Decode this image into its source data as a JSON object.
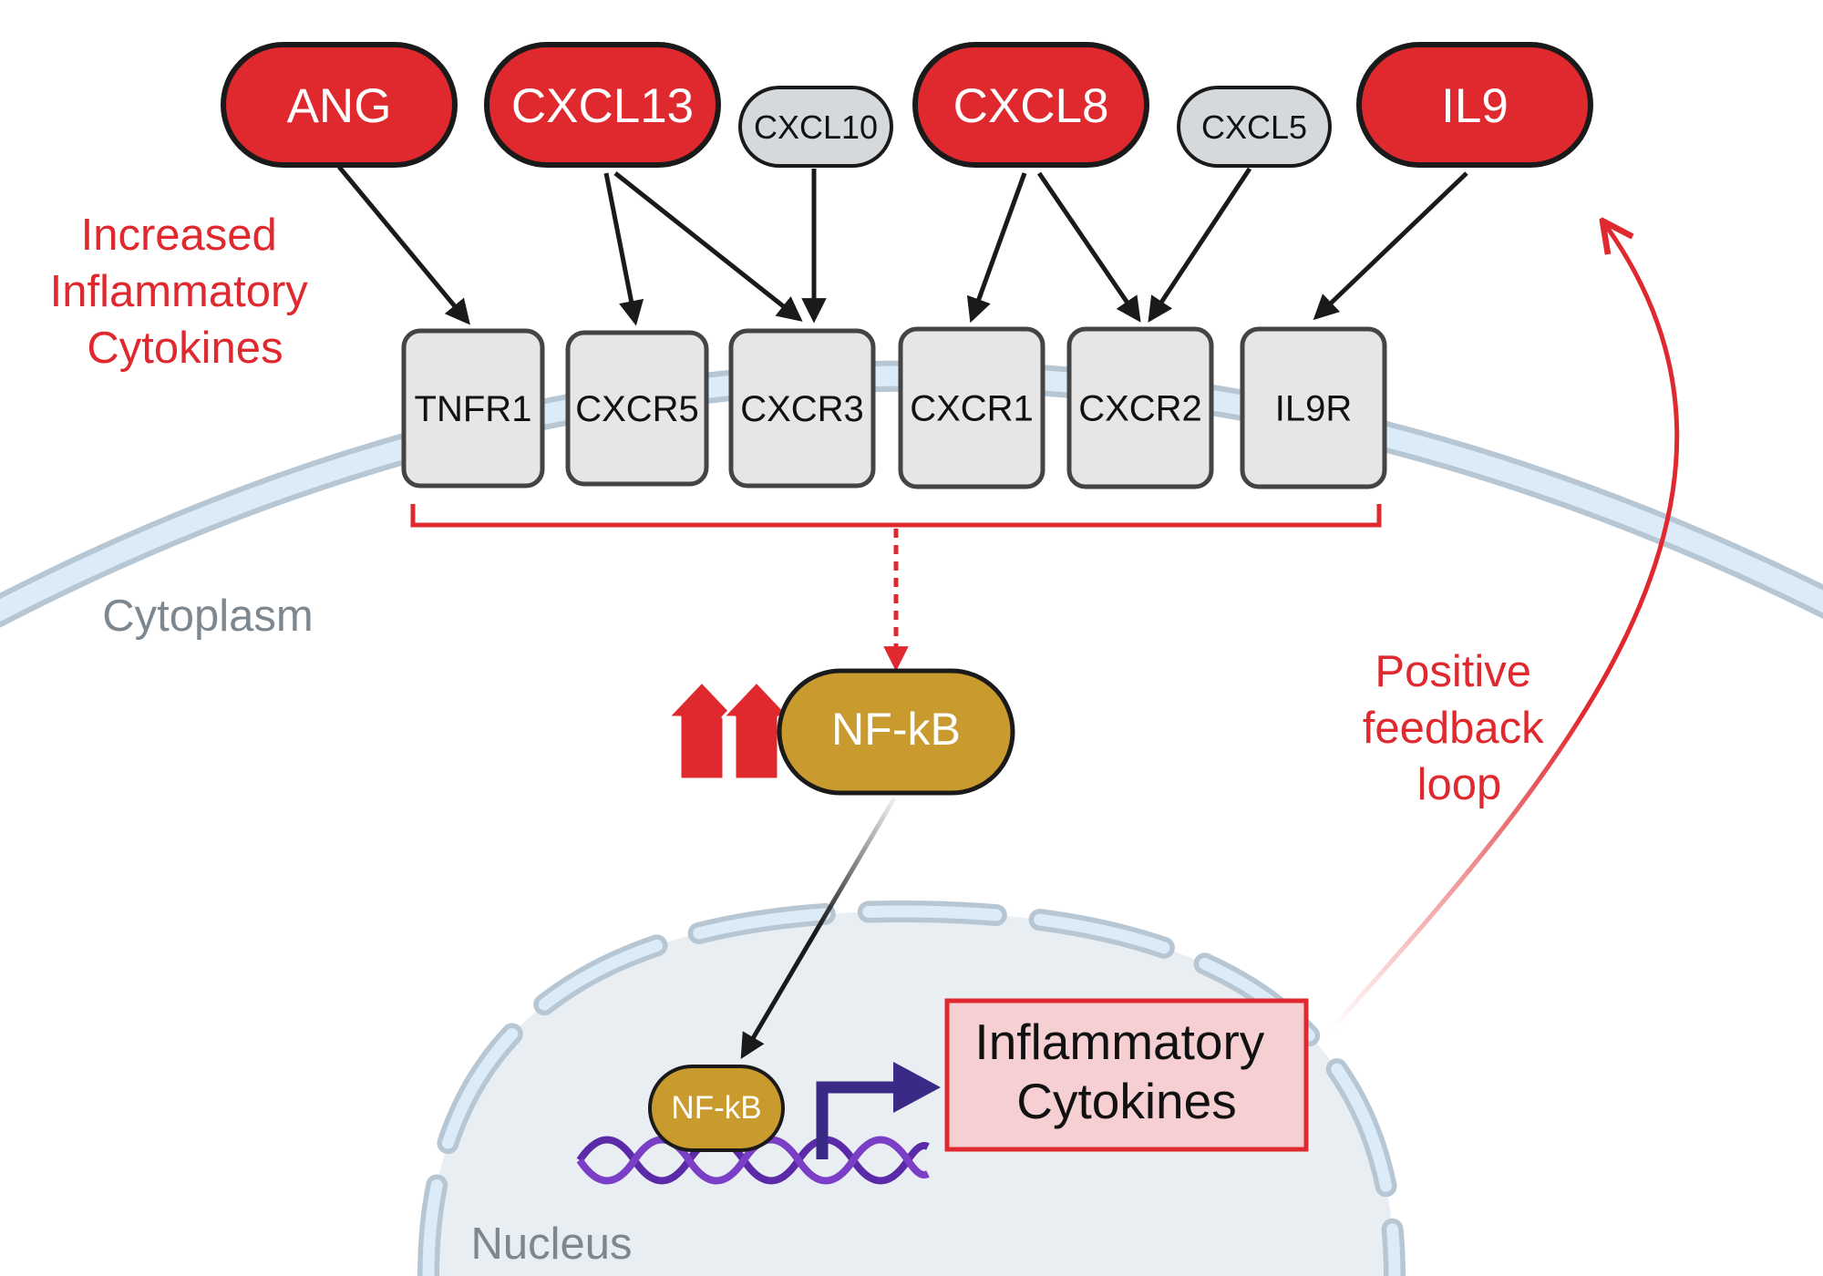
{
  "ligands": [
    {
      "id": "ang",
      "label": "ANG",
      "up": true
    },
    {
      "id": "cxcl13",
      "label": "CXCL13",
      "up": true
    },
    {
      "id": "cxcl10",
      "label": "CXCL10",
      "up": false
    },
    {
      "id": "cxcl8",
      "label": "CXCL8",
      "up": true
    },
    {
      "id": "cxcl5",
      "label": "CXCL5",
      "up": false
    },
    {
      "id": "il9",
      "label": "IL9",
      "up": true
    }
  ],
  "receptors": [
    {
      "id": "tnfr1",
      "label": "TNFR1"
    },
    {
      "id": "cxcr5",
      "label": "CXCR5"
    },
    {
      "id": "cxcr3",
      "label": "CXCR3"
    },
    {
      "id": "cxcr1",
      "label": "CXCR1"
    },
    {
      "id": "cxcr2",
      "label": "CXCR2"
    },
    {
      "id": "il9r",
      "label": "IL9R"
    }
  ],
  "bindings": [
    [
      "ang",
      "tnfr1"
    ],
    [
      "cxcl13",
      "cxcr5"
    ],
    [
      "cxcl13",
      "cxcr3"
    ],
    [
      "cxcl10",
      "cxcr3"
    ],
    [
      "cxcl8",
      "cxcr1"
    ],
    [
      "cxcl8",
      "cxcr2"
    ],
    [
      "cxcl5",
      "cxcr2"
    ],
    [
      "il9",
      "il9r"
    ]
  ],
  "labels": {
    "increased": [
      "Increased",
      "Inflammatory",
      "Cytokines"
    ],
    "cytoplasm": "Cytoplasm",
    "nucleus": "Nucleus",
    "nfkb_cytoplasm": "NF-kB",
    "nfkb_nucleus": "NF-kB",
    "output": [
      "Inflammatory",
      "Cytokines"
    ],
    "feedback": [
      "Positive",
      "feedback",
      "loop"
    ]
  },
  "colors": {
    "upregulated": "#e0292e",
    "neutral": "#d6d9dc",
    "receptor": "#e6e6e6",
    "nfkb": "#c99a2e",
    "membrane": "#b7c6d3",
    "membrane_fill": "#dcebf8",
    "nucleus_fill": "#e9eef3",
    "dna_1": "#5b2aa8",
    "dna_2": "#7a3fc6",
    "output_fill": "#f6cfd2",
    "promoter": "#3a2a86"
  },
  "icons": {
    "upregulation": "double-up-arrow-icon",
    "transcription": "bent-arrow-icon",
    "dna": "dna-helix-icon"
  }
}
